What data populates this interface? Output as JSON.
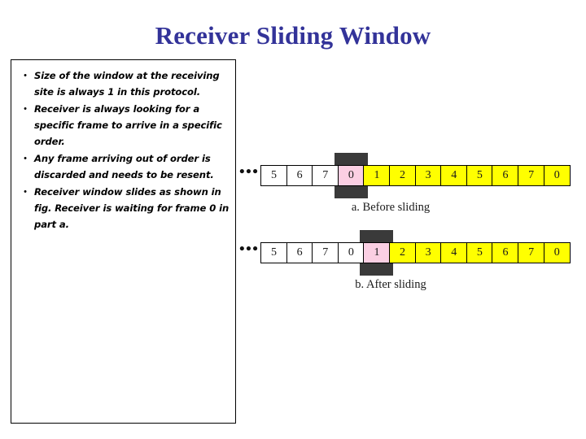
{
  "slide": {
    "title": "Receiver Sliding Window",
    "title_color": "#333399"
  },
  "bullets": {
    "marker": "•",
    "items": [
      "Size of the window at the receiving site is always 1 in this protocol.",
      "Receiver is always looking for a specific frame to arrive in a specific order.",
      "Any frame arriving out of order is discarded and needs to be resent.",
      "Receiver window slides as shown in fig. Receiver is waiting for frame 0 in part a."
    ]
  },
  "figure": {
    "ellipsis": "•••",
    "colors": {
      "pink": "#fbcfe3",
      "yellow": "#ffff00",
      "white": "#ffffff",
      "marker": "#3a3a3a",
      "border": "#000000"
    },
    "diagrams": [
      {
        "caption": "a. Before sliding",
        "window_frame": "0",
        "window_index": 3,
        "cells": [
          {
            "label": "5",
            "state": "white"
          },
          {
            "label": "6",
            "state": "white"
          },
          {
            "label": "7",
            "state": "white"
          },
          {
            "label": "0",
            "state": "pink"
          },
          {
            "label": "1",
            "state": "yellow"
          },
          {
            "label": "2",
            "state": "yellow"
          },
          {
            "label": "3",
            "state": "yellow"
          },
          {
            "label": "4",
            "state": "yellow"
          },
          {
            "label": "5",
            "state": "yellow"
          },
          {
            "label": "6",
            "state": "yellow"
          },
          {
            "label": "7",
            "state": "yellow"
          },
          {
            "label": "0",
            "state": "yellow"
          }
        ]
      },
      {
        "caption": "b. After sliding",
        "window_frame": "1",
        "window_index": 4,
        "cells": [
          {
            "label": "5",
            "state": "white"
          },
          {
            "label": "6",
            "state": "white"
          },
          {
            "label": "7",
            "state": "white"
          },
          {
            "label": "0",
            "state": "white"
          },
          {
            "label": "1",
            "state": "pink"
          },
          {
            "label": "2",
            "state": "yellow"
          },
          {
            "label": "3",
            "state": "yellow"
          },
          {
            "label": "4",
            "state": "yellow"
          },
          {
            "label": "5",
            "state": "yellow"
          },
          {
            "label": "6",
            "state": "yellow"
          },
          {
            "label": "7",
            "state": "yellow"
          },
          {
            "label": "0",
            "state": "yellow"
          }
        ]
      }
    ]
  }
}
